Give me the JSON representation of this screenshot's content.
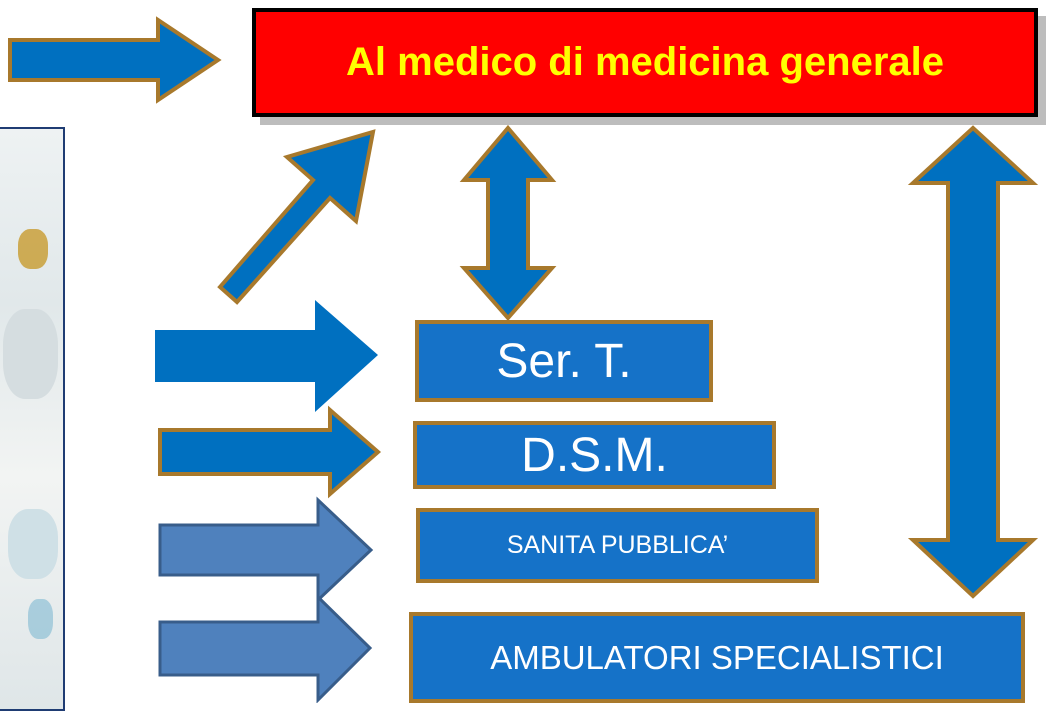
{
  "title": "Al medico di medicina generale",
  "boxes": {
    "sert": "Ser. T.",
    "dsm": "D.S.M.",
    "sanita": "SANITA PUBBLICA’",
    "ambulatori": "AMBULATORI SPECIALISTICI"
  },
  "colors": {
    "title_fill": "#ff0000",
    "title_text": "#ffff00",
    "box_fill": "#1572c8",
    "box_border": "#a8792c",
    "arrow_fill_dark": "#0070c0",
    "arrow_fill_light": "#4f81bd"
  }
}
